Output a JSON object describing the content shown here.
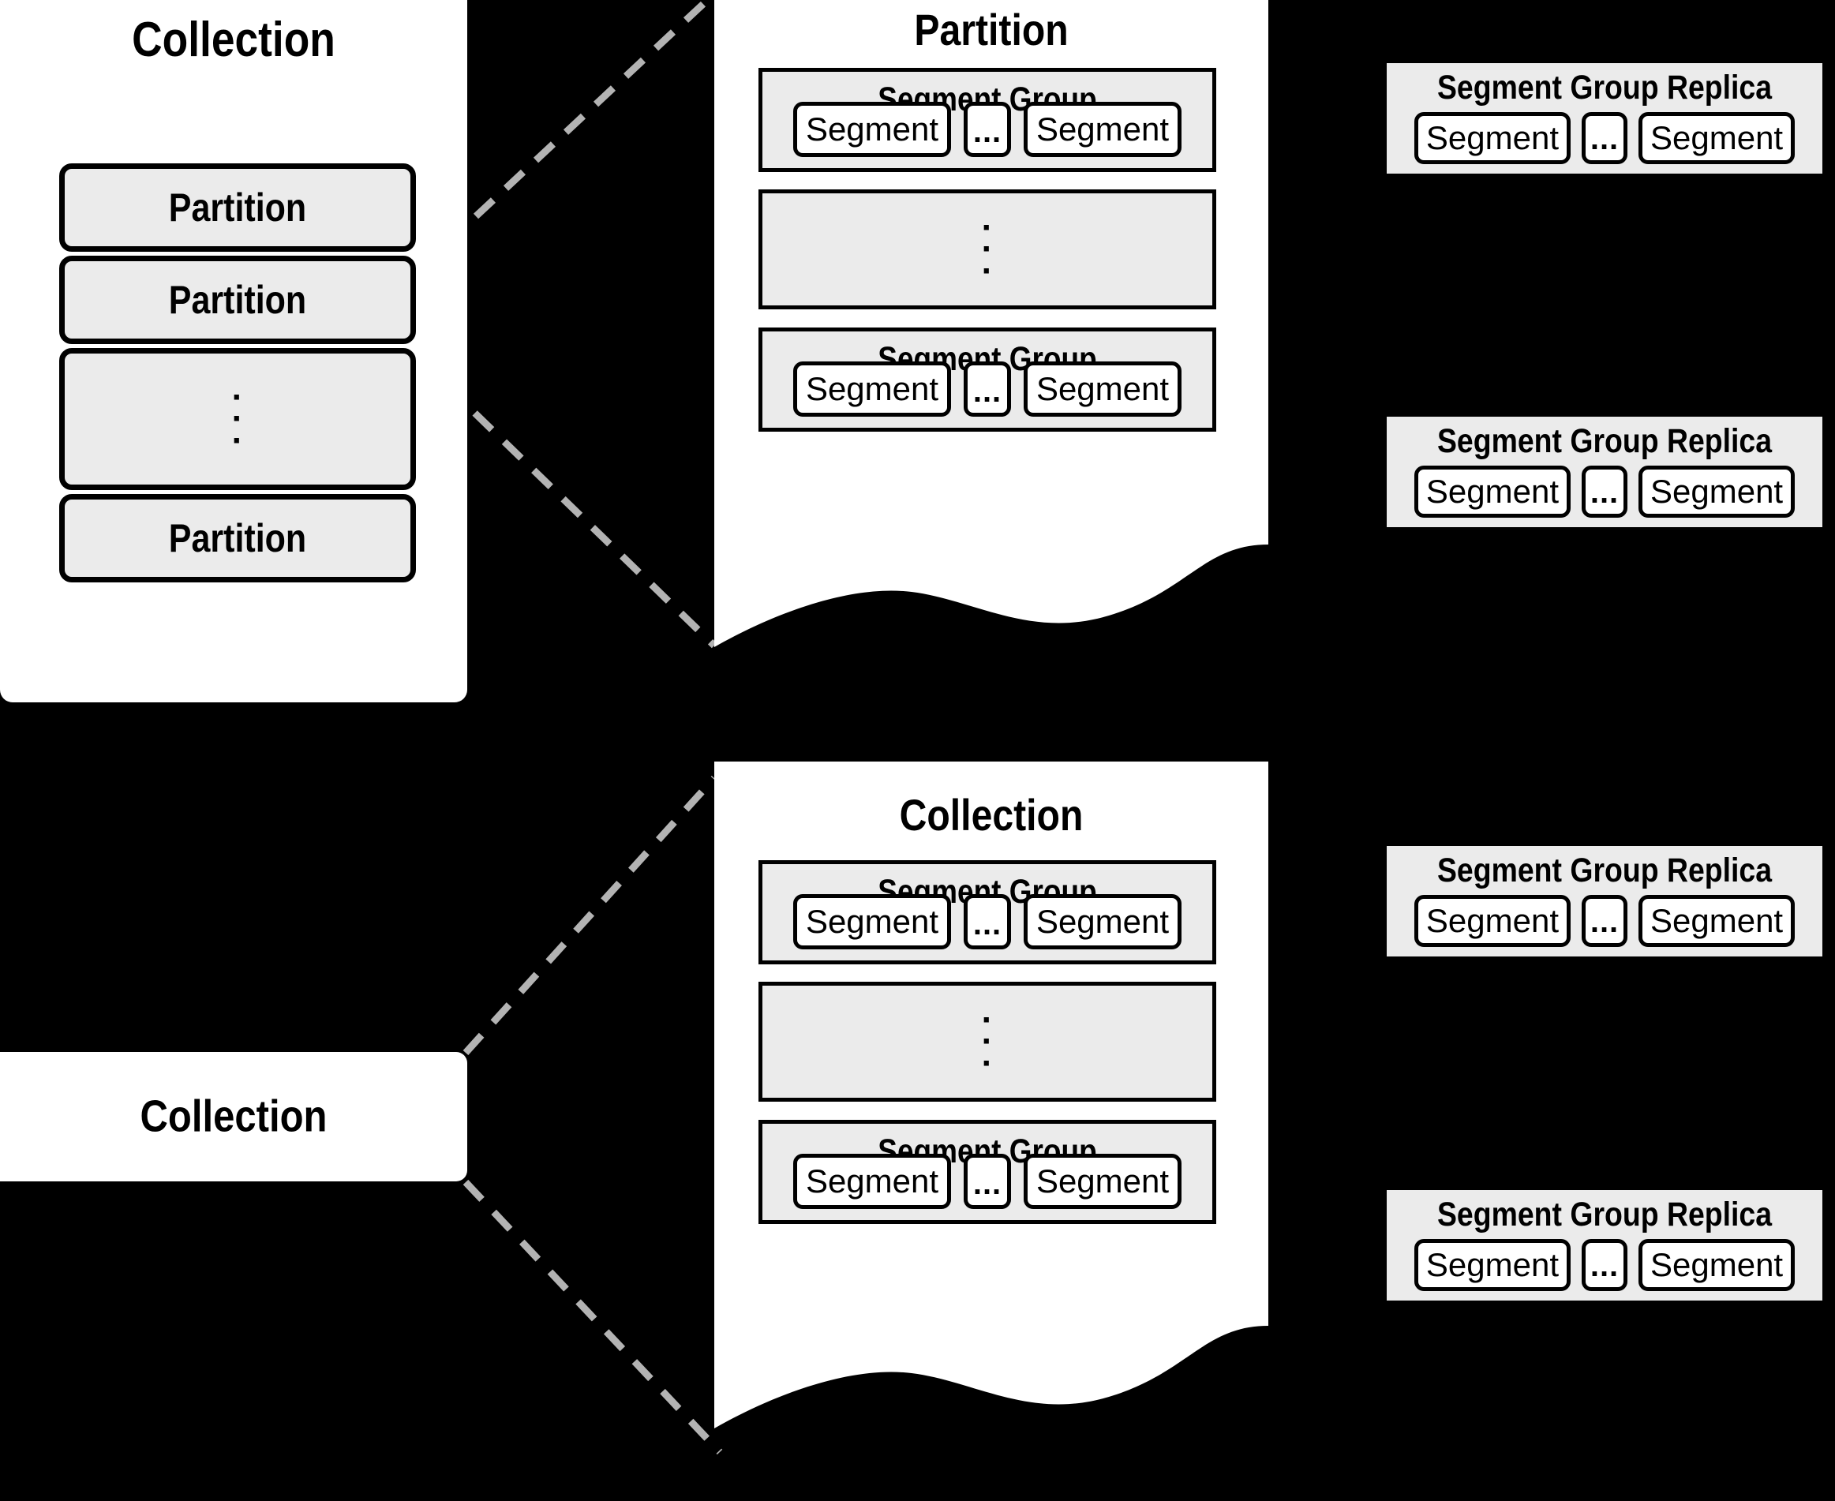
{
  "diagram": {
    "title_left_collection": "Collection",
    "partition_label": "Partition",
    "collection_label": "Collection",
    "segment_group_label": "Segment Group",
    "segment_group_replica_label": "Segment Group Replica",
    "segment_label": "Segment",
    "ellipsis_label": "...",
    "vertical_dots": "·",
    "colors": {
      "background": "#000000",
      "panel_fill": "#ffffff",
      "box_fill": "#ebebeb",
      "stroke": "#000000",
      "dashed_line": "#b3b3b3"
    }
  },
  "left_collection": {
    "title": "Collection",
    "partitions": [
      {
        "label": "Partition"
      },
      {
        "label": "Partition"
      },
      {
        "label": ""
      },
      {
        "label": "Partition"
      }
    ]
  },
  "left_collection_chip": {
    "title": "Collection"
  },
  "partition_panel": {
    "title": "Partition",
    "segment_groups": [
      {
        "title": "Segment Group",
        "segments": [
          "Segment",
          "...",
          "Segment"
        ]
      },
      {
        "title": "Segment Group",
        "segments": [
          "Segment",
          "...",
          "Segment"
        ]
      }
    ]
  },
  "collection_panel": {
    "title": "Collection",
    "segment_groups": [
      {
        "title": "Segment Group",
        "segments": [
          "Segment",
          "...",
          "Segment"
        ]
      },
      {
        "title": "Segment Group",
        "segments": [
          "Segment",
          "...",
          "Segment"
        ]
      }
    ]
  },
  "replicas": [
    {
      "title": "Segment Group Replica",
      "segments": [
        "Segment",
        "...",
        "Segment"
      ]
    },
    {
      "title": "Segment Group Replica",
      "segments": [
        "Segment",
        "...",
        "Segment"
      ]
    },
    {
      "title": "Segment Group Replica",
      "segments": [
        "Segment",
        "...",
        "Segment"
      ]
    },
    {
      "title": "Segment Group Replica",
      "segments": [
        "Segment",
        "...",
        "Segment"
      ]
    }
  ]
}
